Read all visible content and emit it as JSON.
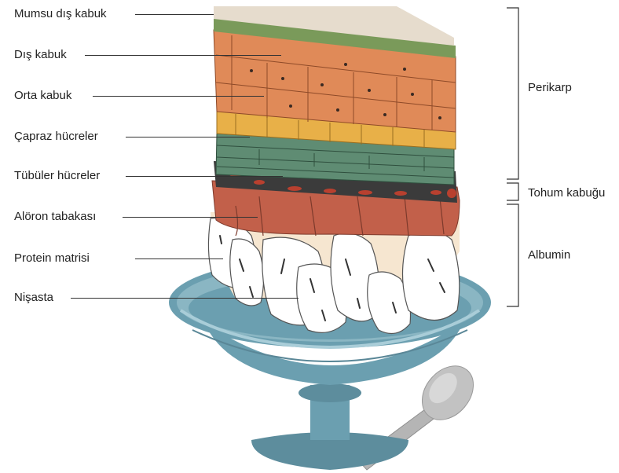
{
  "labels": {
    "mumsu_dis_kabuk": "Mumsu dış kabuk",
    "dis_kabuk": "Dış kabuk",
    "orta_kabuk": "Orta kabuk",
    "capraz_hucreler": "Çapraz hücreler",
    "tubuler_hucreler": "Tübüler hücreler",
    "aloron_tabakasi": "Alöron tabakası",
    "protein_matrisi": "Protein matrisi",
    "nisasta": "Nişasta"
  },
  "groups": {
    "perikarp": "Perikarp",
    "tohum_kabugu": "Tohum kabuğu",
    "albumin": "Albumin"
  },
  "colors": {
    "waxy": "#e6dccd",
    "outer": "#7a9a5a",
    "middle": "#e08a58",
    "cross": "#e8b048",
    "tubular": "#5f8c73",
    "seedcoat": "#3b3b3b",
    "aleurone": "#bf5d45",
    "protein": "#f6e6d0",
    "starch": "#ffffff",
    "bowl": "#6b9fb0",
    "spoon": "#b8b8b8"
  }
}
